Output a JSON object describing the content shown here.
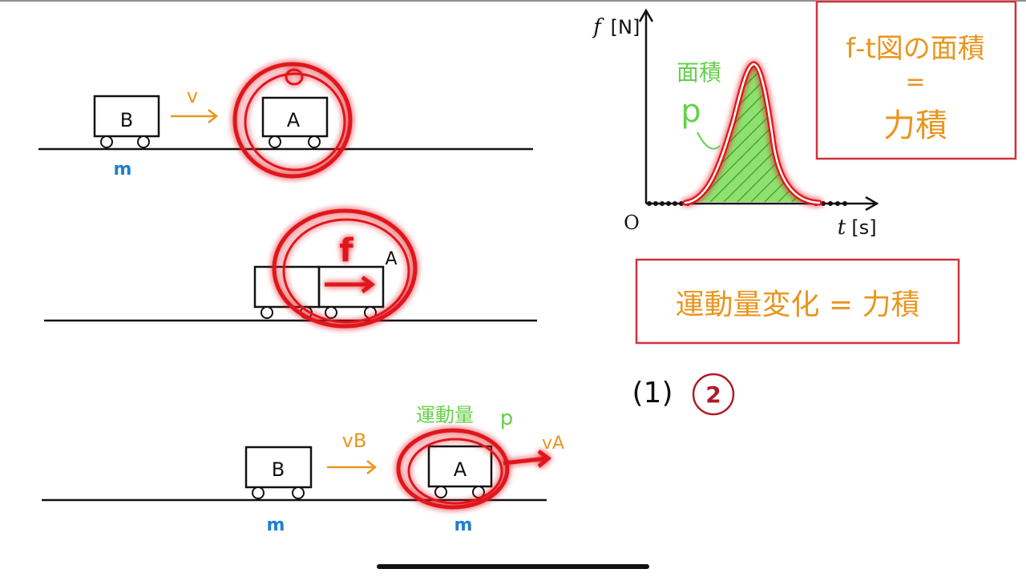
{
  "colors": {
    "ink": "#111111",
    "orange": "#e8961e",
    "blue": "#1f7fd0",
    "green": "#66d04a",
    "red": "#e0141e",
    "boxRed": "#d2303c",
    "darkRed": "#b01a28"
  },
  "scene1": {
    "cart_b": "B",
    "cart_a": "A",
    "velocity": "v",
    "mass_b": "m"
  },
  "scene2": {
    "force": "f",
    "cart_a": "A"
  },
  "scene3": {
    "cart_b": "B",
    "cart_a": "A",
    "velocity_b": "vB",
    "velocity_a": "vA",
    "mass_b": "m",
    "mass_a": "m",
    "momentum_label": "運動量",
    "momentum_symbol": "p"
  },
  "graph": {
    "y_axis": "f",
    "y_unit": "[N]",
    "x_axis": "t",
    "x_unit": "[s]",
    "origin": "O",
    "area_label": "面積",
    "area_symbol": "p"
  },
  "notes": {
    "box1_line1": "f‑t図の面積",
    "box1_line2": "=",
    "box1_line3": "力積",
    "box2": "運動量変化 = 力積",
    "question_number": "(1)",
    "answer_number": "2"
  }
}
